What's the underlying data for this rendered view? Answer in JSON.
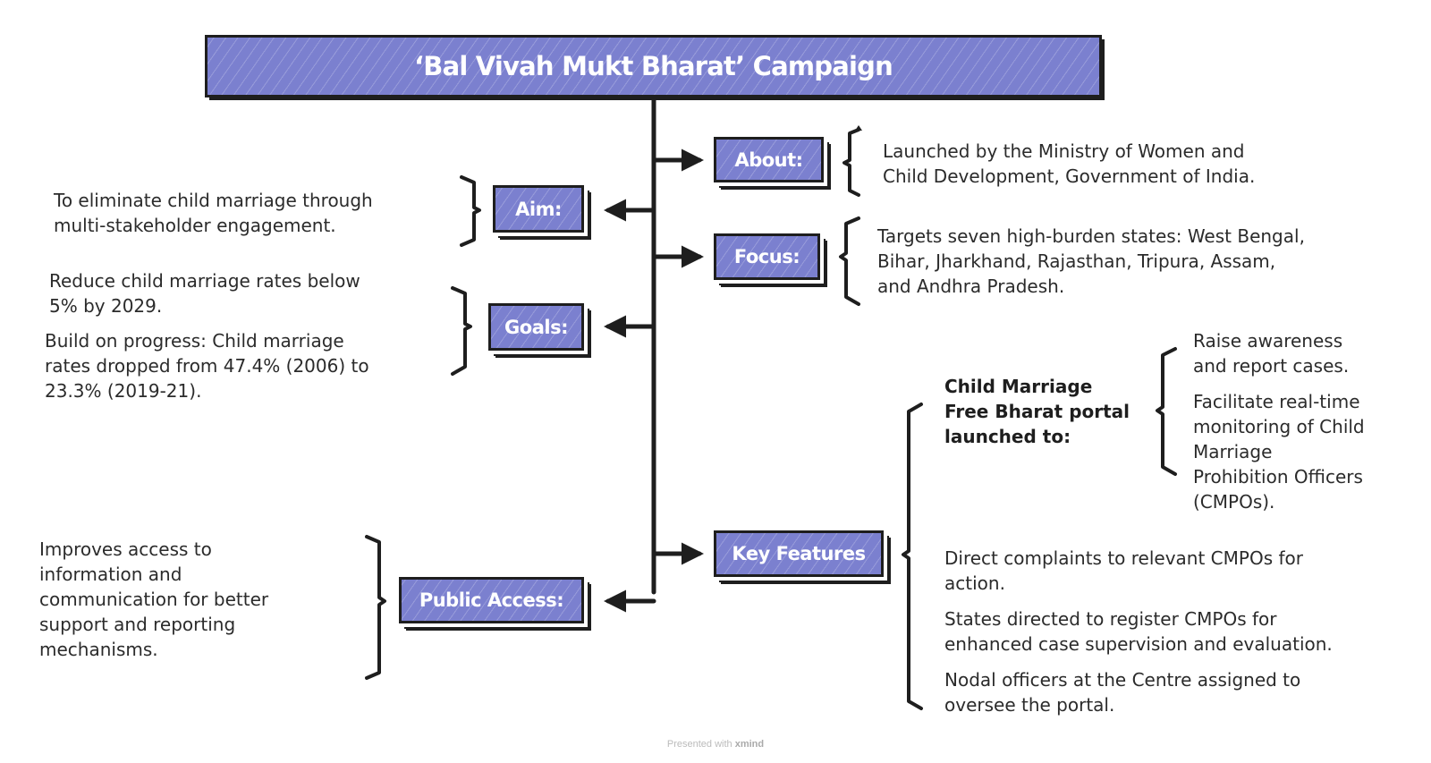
{
  "title": "‘Bal Vivah Mukt Bharat’ Campaign",
  "branches": {
    "about": {
      "label": "About:",
      "lines": [
        "Launched by the Ministry of Women and",
        "Child Development, Government of India."
      ]
    },
    "aim": {
      "label": "Aim:",
      "lines": [
        "To eliminate child marriage through",
        "multi-stakeholder engagement."
      ]
    },
    "focus": {
      "label": "Focus:",
      "lines": [
        "Targets seven high-burden states: West Bengal,",
        "Bihar, Jharkhand, Rajasthan, Tripura, Assam,",
        "and Andhra Pradesh."
      ]
    },
    "goals": {
      "label": "Goals:",
      "items": [
        {
          "lines": [
            "Reduce child marriage rates below",
            "5% by 2029."
          ]
        },
        {
          "lines": [
            "Build on progress: Child marriage",
            "rates dropped from 47.4% (2006) to",
            "23.3% (2019-21)."
          ]
        }
      ]
    },
    "key_features": {
      "label": "Key Features",
      "portal": {
        "heading_lines": [
          "Child Marriage",
          "Free Bharat portal",
          "launched to:"
        ],
        "items": [
          {
            "lines": [
              "Raise awareness",
              "and report cases."
            ]
          },
          {
            "lines": [
              "Facilitate real-time",
              "monitoring of Child",
              "Marriage",
              "Prohibition Officers",
              "(CMPOs)."
            ]
          }
        ]
      },
      "items": [
        {
          "lines": [
            "Direct complaints to relevant CMPOs for",
            "action."
          ]
        },
        {
          "lines": [
            "States directed to register CMPOs for",
            "enhanced case supervision and evaluation."
          ]
        },
        {
          "lines": [
            "Nodal officers at the Centre assigned to",
            "oversee the portal."
          ]
        }
      ]
    },
    "public_access": {
      "label": "Public Access:",
      "lines": [
        "Improves access to",
        "information and",
        "communication for better",
        "support and reporting",
        "mechanisms."
      ]
    }
  },
  "footer": {
    "prefix": "Presented with",
    "brand": "xmind"
  },
  "colors": {
    "node_fill": "#7b80cf",
    "stroke": "#1e1e1e",
    "text": "#2b2b2b"
  }
}
